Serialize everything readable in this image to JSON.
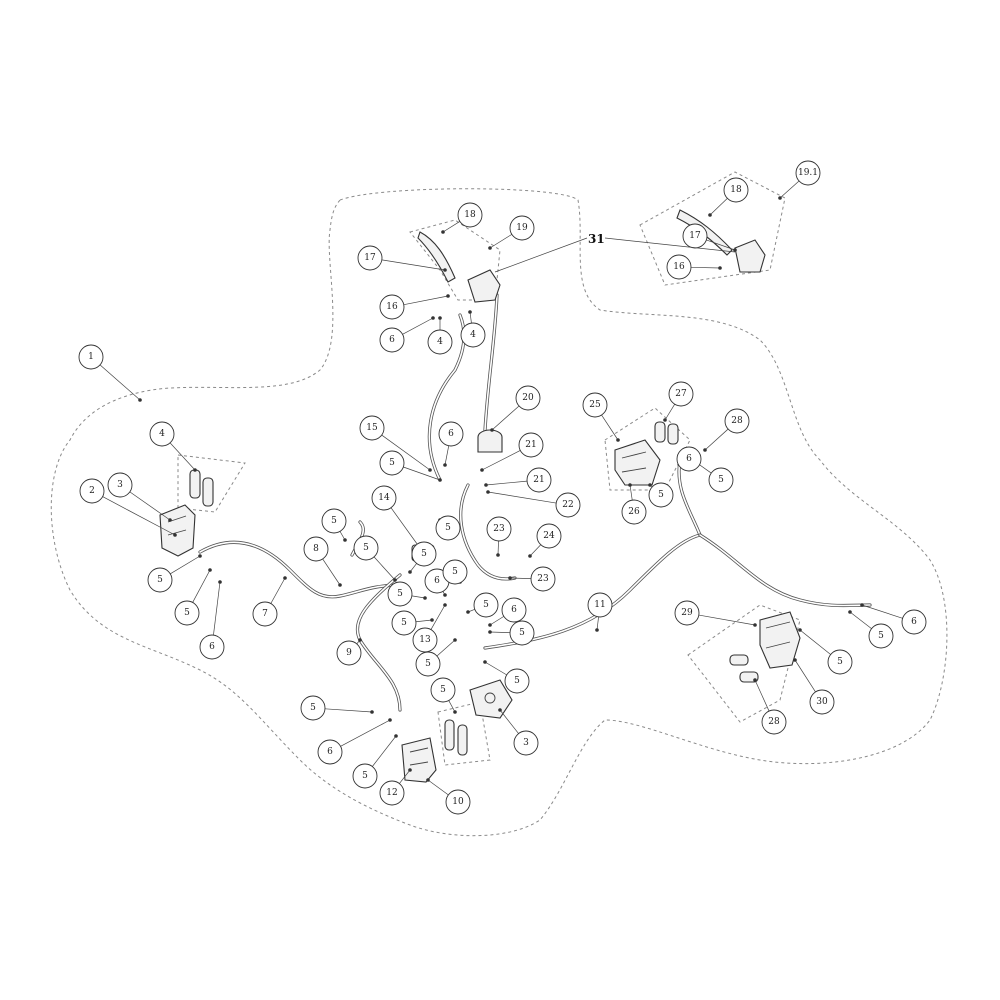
{
  "bold_labels": {
    "caliper_ref": "31"
  },
  "callouts": [
    {
      "label": "1"
    },
    {
      "label": "2"
    },
    {
      "label": "3"
    },
    {
      "label": "4"
    },
    {
      "label": "5"
    },
    {
      "label": "5"
    },
    {
      "label": "6"
    },
    {
      "label": "7"
    },
    {
      "label": "8"
    },
    {
      "label": "5"
    },
    {
      "label": "5"
    },
    {
      "label": "14"
    },
    {
      "label": "5"
    },
    {
      "label": "15"
    },
    {
      "label": "6"
    },
    {
      "label": "5"
    },
    {
      "label": "5"
    },
    {
      "label": "17"
    },
    {
      "label": "18"
    },
    {
      "label": "19"
    },
    {
      "label": "16"
    },
    {
      "label": "6"
    },
    {
      "label": "4"
    },
    {
      "label": "4"
    },
    {
      "label": "20"
    },
    {
      "label": "21"
    },
    {
      "label": "21"
    },
    {
      "label": "22"
    },
    {
      "label": "23"
    },
    {
      "label": "24"
    },
    {
      "label": "23"
    },
    {
      "label": "5"
    },
    {
      "label": "6"
    },
    {
      "label": "5"
    },
    {
      "label": "5"
    },
    {
      "label": "6"
    },
    {
      "label": "5"
    },
    {
      "label": "5"
    },
    {
      "label": "13"
    },
    {
      "label": "5"
    },
    {
      "label": "5"
    },
    {
      "label": "9"
    },
    {
      "label": "5"
    },
    {
      "label": "6"
    },
    {
      "label": "5"
    },
    {
      "label": "5"
    },
    {
      "label": "3"
    },
    {
      "label": "12"
    },
    {
      "label": "10"
    },
    {
      "label": "11"
    },
    {
      "label": "25"
    },
    {
      "label": "27"
    },
    {
      "label": "28"
    },
    {
      "label": "6"
    },
    {
      "label": "5"
    },
    {
      "label": "5"
    },
    {
      "label": "26"
    },
    {
      "label": "29"
    },
    {
      "label": "5"
    },
    {
      "label": "6"
    },
    {
      "label": "5"
    },
    {
      "label": "30"
    },
    {
      "label": "28"
    },
    {
      "label": "19.1"
    },
    {
      "label": "18"
    },
    {
      "label": "17"
    },
    {
      "label": "16"
    }
  ]
}
